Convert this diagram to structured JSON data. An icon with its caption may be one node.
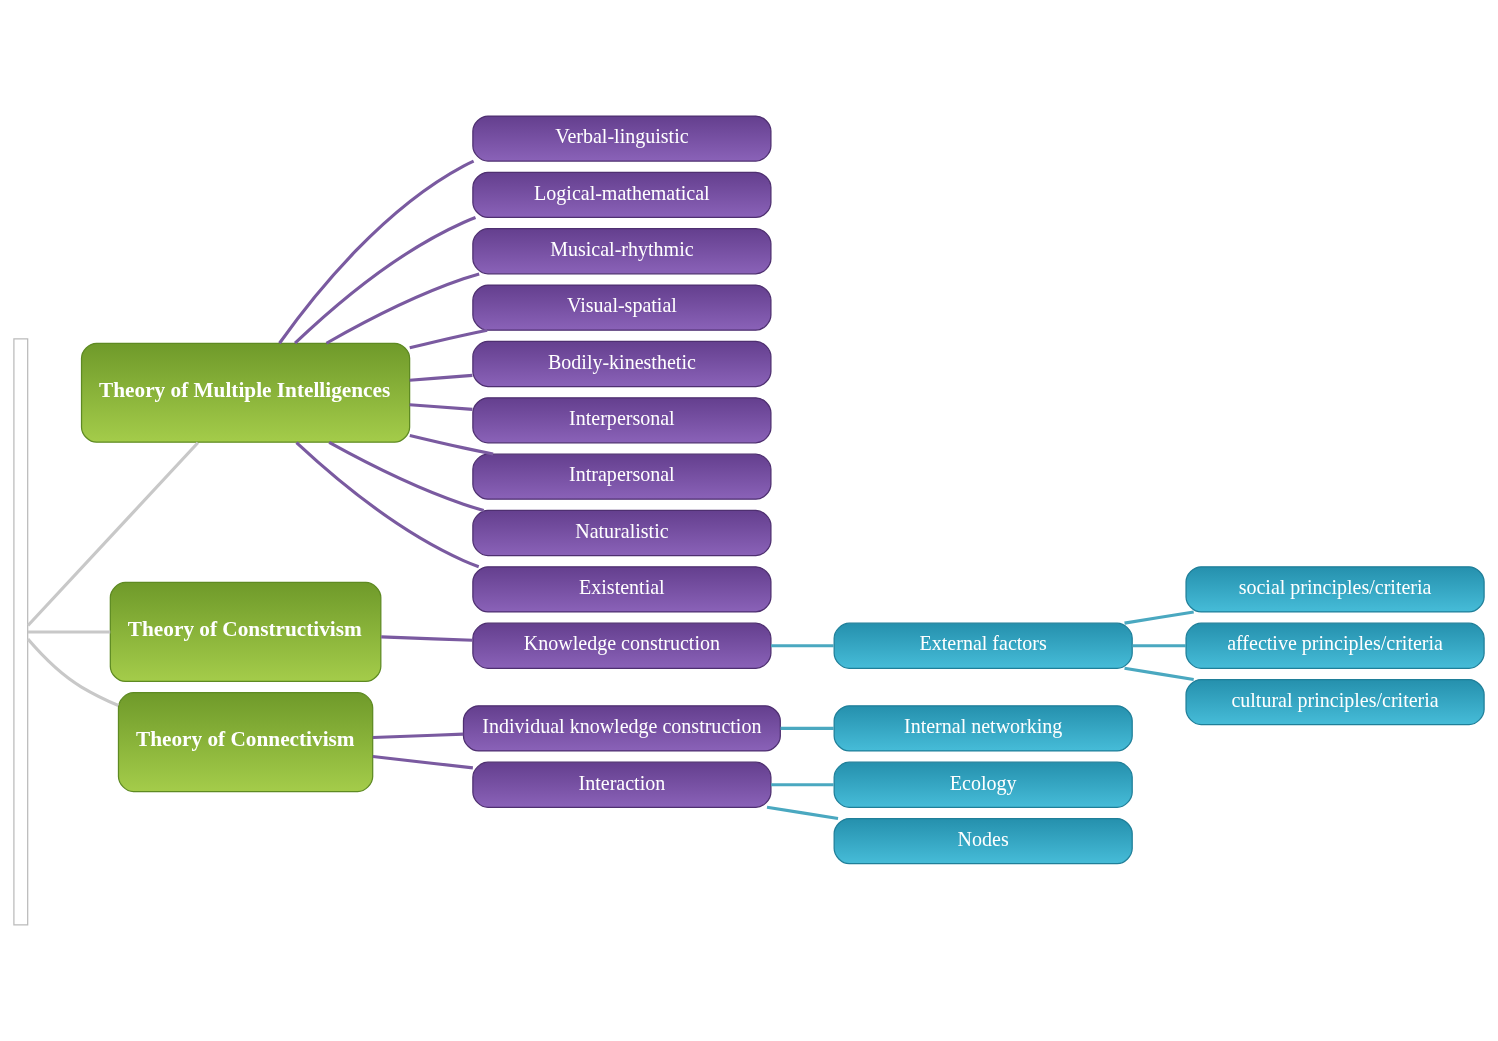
{
  "diagram": {
    "nodes": [
      {
        "text": [],
        "shape": "box"
      },
      {
        "text": [
          "Theory of Multiple Intelligences"
        ]
      },
      {
        "text": [
          "Verbal-linguistic"
        ]
      },
      {
        "text": [
          "Logical-mathematical"
        ]
      },
      {
        "text": [
          "Musical-rhythmic"
        ]
      },
      {
        "text": [
          "Visual-spatial"
        ]
      },
      {
        "text": [
          "Bodily-kinesthetic"
        ]
      },
      {
        "text": [
          "Interpersonal"
        ]
      },
      {
        "text": [
          "Intrapersonal"
        ]
      },
      {
        "text": [
          "Naturalistic"
        ]
      },
      {
        "text": [
          "Existential"
        ]
      },
      {
        "text": [
          "Theory of Constructivism"
        ]
      },
      {
        "text": [
          "Knowledge construction"
        ]
      },
      {
        "text": [
          "External factors"
        ]
      },
      {
        "text": [
          "social principles/criteria"
        ]
      },
      {
        "text": [
          "affective principles/criteria"
        ]
      },
      {
        "text": [
          "cultural principles/criteria"
        ]
      },
      {
        "text": [
          "Theory of Connectivism"
        ]
      },
      {
        "text": [
          "Individual knowledge construction"
        ]
      },
      {
        "text": [
          "Internal networking"
        ]
      },
      {
        "text": [
          "Interaction"
        ]
      },
      {
        "text": [
          "Ecology"
        ]
      },
      {
        "text": [
          "Nodes"
        ]
      }
    ],
    "edges": [
      {
        "from": 0,
        "to": 1,
        "arrow": "none",
        "color": "#c8c8c8"
      },
      {
        "from": 0,
        "to": 11,
        "arrow": "none",
        "color": "#c8c8c8"
      },
      {
        "from": 0,
        "to": 17,
        "arrow": "none",
        "color": "#c8c8c8"
      },
      {
        "from": 1,
        "to": 2,
        "arrow": "none"
      },
      {
        "from": 1,
        "to": 3,
        "arrow": "none"
      },
      {
        "from": 1,
        "to": 4,
        "arrow": "none"
      },
      {
        "from": 1,
        "to": 5,
        "arrow": "none"
      },
      {
        "from": 1,
        "to": 6,
        "arrow": "none"
      },
      {
        "from": 1,
        "to": 7,
        "arrow": "none"
      },
      {
        "from": 1,
        "to": 8,
        "arrow": "none"
      },
      {
        "from": 1,
        "to": 9,
        "arrow": "none"
      },
      {
        "from": 1,
        "to": 10,
        "arrow": "none"
      },
      {
        "from": 11,
        "to": 12,
        "arrow": "none"
      },
      {
        "from": 12,
        "to": 13,
        "arrow": "none",
        "color": "#4aa8c0"
      },
      {
        "from": 13,
        "to": 14,
        "arrow": "none",
        "color": "#4aa8c0"
      },
      {
        "from": 13,
        "to": 15,
        "arrow": "none",
        "color": "#4aa8c0"
      },
      {
        "from": 13,
        "to": 16,
        "arrow": "none",
        "color": "#4aa8c0"
      },
      {
        "from": 17,
        "to": 18,
        "arrow": "none"
      },
      {
        "from": 17,
        "to": 20,
        "arrow": "none"
      },
      {
        "from": 18,
        "to": 19,
        "arrow": "none",
        "color": "#4aa8c0"
      },
      {
        "from": 20,
        "to": 21,
        "arrow": "none",
        "color": "#4aa8c0"
      },
      {
        "from": 20,
        "to": 22,
        "arrow": "none",
        "color": "#4aa8c0"
      }
    ]
  }
}
